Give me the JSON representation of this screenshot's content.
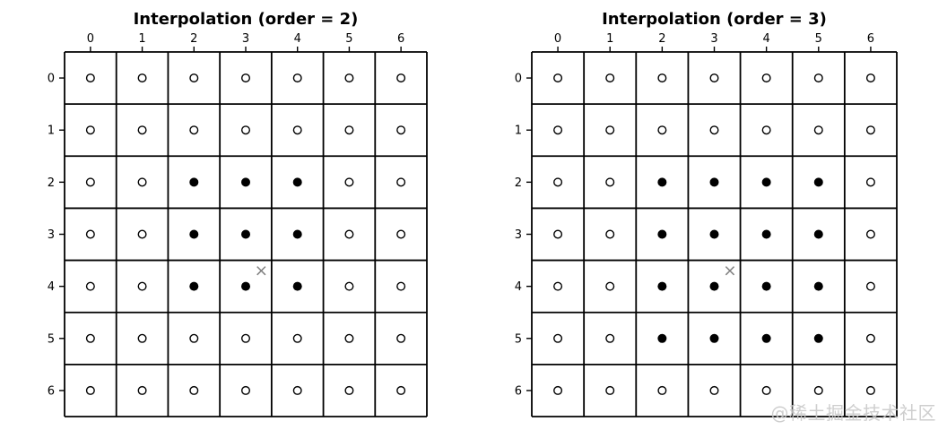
{
  "figure": {
    "background": "#ffffff",
    "watermark": {
      "text": "@稀土掘金技术社区",
      "color": "#c9c9c9"
    }
  },
  "chart_data": [
    {
      "type": "scatter",
      "panel_name": "panel-order-2",
      "title": "Interpolation (order = 2)",
      "x_tick_labels": [
        "0",
        "1",
        "2",
        "3",
        "4",
        "5",
        "6"
      ],
      "y_tick_labels": [
        "0",
        "1",
        "2",
        "3",
        "4",
        "5",
        "6"
      ],
      "x_axis_position": "top",
      "y_axis_position": "left",
      "xlim": [
        -0.5,
        6.5
      ],
      "ylim": [
        6.5,
        -0.5
      ],
      "grid": true,
      "grid_rows": 7,
      "grid_cols": 7,
      "open_marker": "o",
      "filled_marker": "filled-circle",
      "contributing_pixels_row_col": [
        [
          2,
          2
        ],
        [
          2,
          3
        ],
        [
          2,
          4
        ],
        [
          3,
          2
        ],
        [
          3,
          3
        ],
        [
          3,
          4
        ],
        [
          4,
          2
        ],
        [
          4,
          3
        ],
        [
          4,
          4
        ]
      ],
      "sample_point": {
        "col": 3.3,
        "row": 3.7,
        "marker": "x",
        "color": "#7f7f7f"
      },
      "colors": {
        "marker": "#000000",
        "grid_line": "#000000"
      }
    },
    {
      "type": "scatter",
      "panel_name": "panel-order-3",
      "title": "Interpolation (order = 3)",
      "x_tick_labels": [
        "0",
        "1",
        "2",
        "3",
        "4",
        "5",
        "6"
      ],
      "y_tick_labels": [
        "0",
        "1",
        "2",
        "3",
        "4",
        "5",
        "6"
      ],
      "x_axis_position": "top",
      "y_axis_position": "left",
      "xlim": [
        -0.5,
        6.5
      ],
      "ylim": [
        6.5,
        -0.5
      ],
      "grid": true,
      "grid_rows": 7,
      "grid_cols": 7,
      "open_marker": "o",
      "filled_marker": "filled-circle",
      "contributing_pixels_row_col": [
        [
          2,
          2
        ],
        [
          2,
          3
        ],
        [
          2,
          4
        ],
        [
          2,
          5
        ],
        [
          3,
          2
        ],
        [
          3,
          3
        ],
        [
          3,
          4
        ],
        [
          3,
          5
        ],
        [
          4,
          2
        ],
        [
          4,
          3
        ],
        [
          4,
          4
        ],
        [
          4,
          5
        ],
        [
          5,
          2
        ],
        [
          5,
          3
        ],
        [
          5,
          4
        ],
        [
          5,
          5
        ]
      ],
      "sample_point": {
        "col": 3.3,
        "row": 3.7,
        "marker": "x",
        "color": "#7f7f7f"
      },
      "colors": {
        "marker": "#000000",
        "grid_line": "#000000"
      }
    }
  ]
}
